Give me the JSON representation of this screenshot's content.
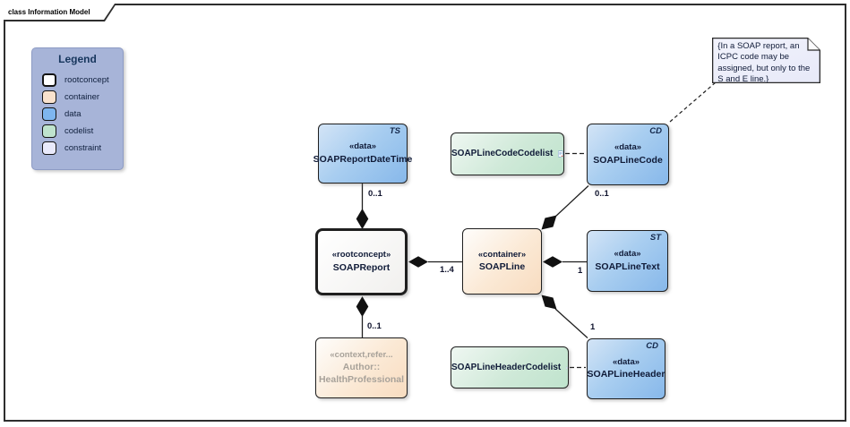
{
  "diagram": {
    "frame_label": "class Information Model"
  },
  "legend": {
    "title": "Legend",
    "items": [
      {
        "label": "rootconcept",
        "color": "#ffffff"
      },
      {
        "label": "container",
        "color": "#f9e2cd"
      },
      {
        "label": "data",
        "color": "#7eb6ef"
      },
      {
        "label": "codelist",
        "color": "#bfe3cd"
      },
      {
        "label": "constraint",
        "color": "#e9eafb"
      }
    ]
  },
  "nodes": {
    "soapReportDateTime": {
      "stereotype": "«data»",
      "name": "SOAPReportDateTime",
      "type_code": "TS"
    },
    "soapReport": {
      "stereotype": "«rootconcept»",
      "name": "SOAPReport"
    },
    "author": {
      "stereotype": "«context,refer...",
      "name_line1": "Author::",
      "name_line2": "HealthProfessional"
    },
    "soapLine": {
      "stereotype": "«container»",
      "name": "SOAPLine"
    },
    "soapLineCodeCodelist": {
      "name": "SOAPLineCodeCodelist"
    },
    "soapLineCode": {
      "stereotype": "«data»",
      "name": "SOAPLineCode",
      "type_code": "CD"
    },
    "soapLineText": {
      "stereotype": "«data»",
      "name": "SOAPLineText",
      "type_code": "ST"
    },
    "soapLineHeaderCodelist": {
      "name": "SOAPLineHeaderCodelist"
    },
    "soapLineHeader": {
      "stereotype": "«data»",
      "name": "SOAPLineHeader",
      "type_code": "CD"
    }
  },
  "note": {
    "text": "{In a SOAP report, an ICPC code may be assigned, but only to the S and E line.}"
  },
  "edges": {
    "report_dateTime": {
      "multiplicity": "0..1"
    },
    "report_line": {
      "multiplicity": "1..4"
    },
    "report_author": {
      "multiplicity": "0..1"
    },
    "line_code": {
      "multiplicity": "0..1"
    },
    "line_text": {
      "multiplicity": "1"
    },
    "line_header": {
      "multiplicity": "1"
    }
  }
}
